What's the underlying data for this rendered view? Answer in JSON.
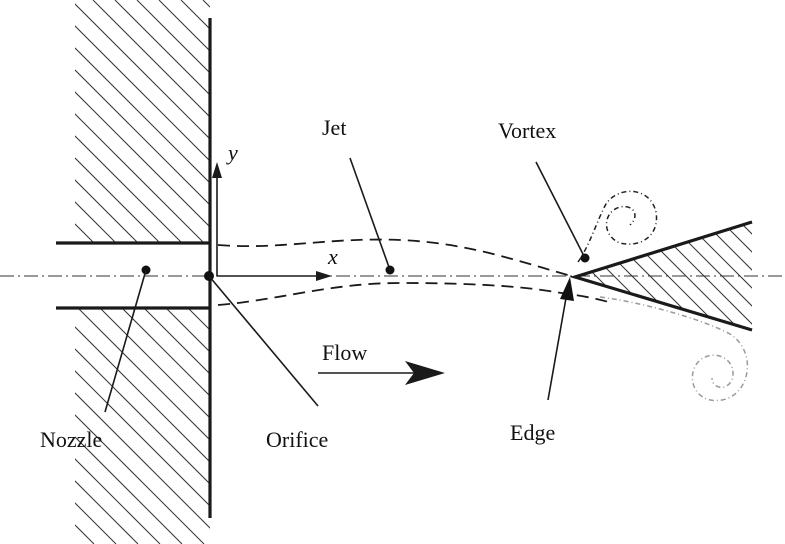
{
  "labels": {
    "y_axis": "y",
    "x_axis": "x",
    "jet": "Jet",
    "vortex": "Vortex",
    "flow": "Flow",
    "nozzle": "Nozzle",
    "orifice": "Orifice",
    "edge": "Edge"
  },
  "colors": {
    "line": "#1a1a1a",
    "secondary_vortex": "#9a9a9a"
  }
}
